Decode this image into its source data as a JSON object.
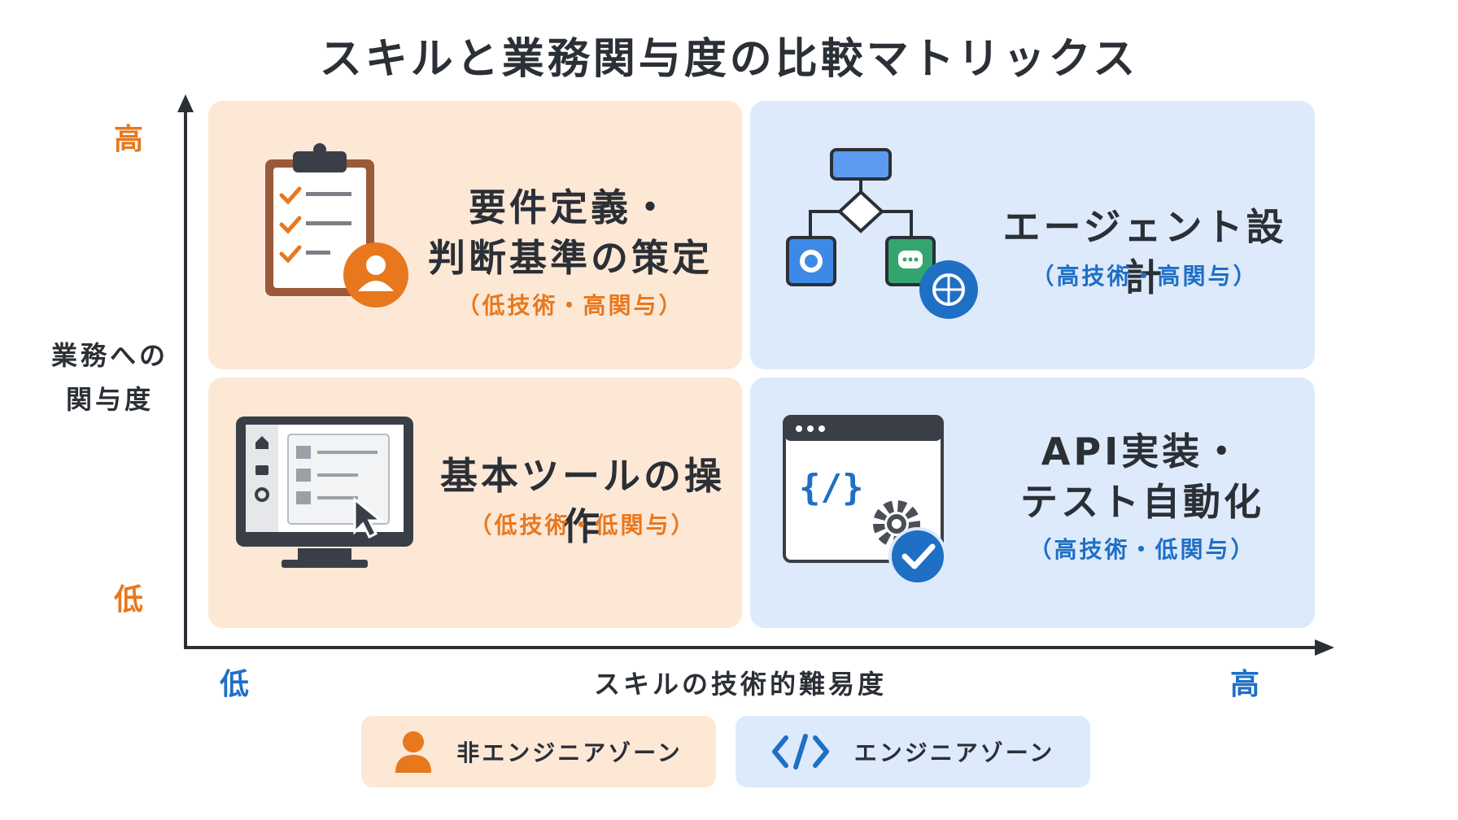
{
  "title": "スキルと業務関与度の比較マトリックス",
  "axes": {
    "y_label_line1": "業務への",
    "y_label_line2": "関与度",
    "y_high": "高",
    "y_low": "低",
    "x_label": "スキルの技術的難易度",
    "x_low": "低",
    "x_high": "高"
  },
  "quadrants": {
    "top_left": {
      "title_line1": "要件定義・",
      "title_line2": "判断基準の策定",
      "subtitle": "（低技術・高関与）",
      "icon": "clipboard-user-icon"
    },
    "top_right": {
      "title": "エージェント設計",
      "subtitle": "（高技術・高関与）",
      "icon": "flowchart-ai-icon"
    },
    "bottom_left": {
      "title": "基本ツールの操作",
      "subtitle": "（低技術・低関与）",
      "icon": "monitor-cursor-icon"
    },
    "bottom_right": {
      "title_line1": "API実装・",
      "title_line2": "テスト自動化",
      "subtitle": "（高技術・低関与）",
      "icon": "code-window-check-icon"
    }
  },
  "legend": [
    {
      "label": "非エンジニアゾーン",
      "icon": "user-icon",
      "color": "#e8781e"
    },
    {
      "label": "エンジニアゾーン",
      "icon": "code-icon",
      "color": "#1f6fc5"
    }
  ],
  "colors": {
    "orange": "#e8781e",
    "blue": "#1f6fc5",
    "orange_bg": "#fde8d6",
    "blue_bg": "#ddeafb"
  }
}
